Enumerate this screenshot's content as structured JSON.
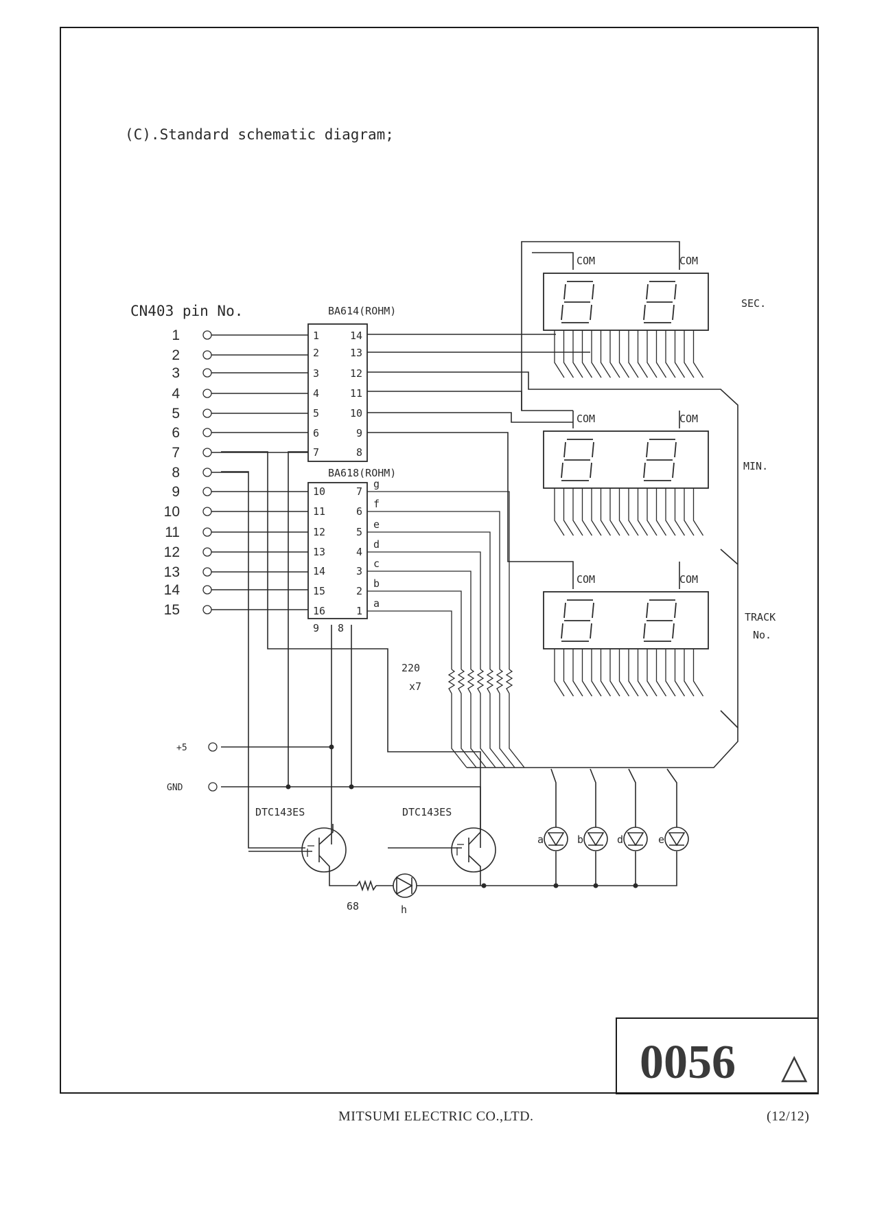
{
  "heading": "(C).Standard schematic diagram;",
  "connector": {
    "title": "CN403 pin No.",
    "pins": [
      "1",
      "2",
      "3",
      "4",
      "5",
      "6",
      "7",
      "8",
      "9",
      "10",
      "11",
      "12",
      "13",
      "14",
      "15"
    ]
  },
  "ic1": {
    "name": "BA614(ROHM)",
    "left_pins": [
      "1",
      "2",
      "3",
      "4",
      "5",
      "6",
      "7"
    ],
    "right_pins": [
      "14",
      "13",
      "12",
      "11",
      "10",
      "9",
      "8"
    ]
  },
  "ic2": {
    "name": "BA618(ROHM)",
    "left_pins": [
      "10",
      "11",
      "12",
      "13",
      "14",
      "15",
      "16"
    ],
    "right_pins": [
      "7",
      "6",
      "5",
      "4",
      "3",
      "2",
      "1"
    ],
    "segment_labels": [
      "g",
      "f",
      "e",
      "d",
      "c",
      "b",
      "a"
    ],
    "bottom_pins": [
      "9",
      "8"
    ]
  },
  "displays": [
    {
      "label": "SEC.",
      "com_left": "COM",
      "com_right": "COM"
    },
    {
      "label": "MIN.",
      "com_left": "COM",
      "com_right": "COM"
    },
    {
      "label": "TRACK",
      "label2": "No.",
      "com_left": "COM",
      "com_right": "COM"
    }
  ],
  "resistor_array": {
    "value": "220",
    "count": "x7"
  },
  "power": {
    "vcc": "+5",
    "gnd": "GND"
  },
  "transistors": [
    "DTC143ES",
    "DTC143ES"
  ],
  "led_resistor": "68",
  "indicator_leds": [
    "a",
    "b",
    "d",
    "e"
  ],
  "led_h": "h",
  "stamp": {
    "number": "0056",
    "symbol": "△"
  },
  "footer": {
    "company": "MITSUMI ELECTRIC CO.,LTD.",
    "page": "(12/12)"
  }
}
